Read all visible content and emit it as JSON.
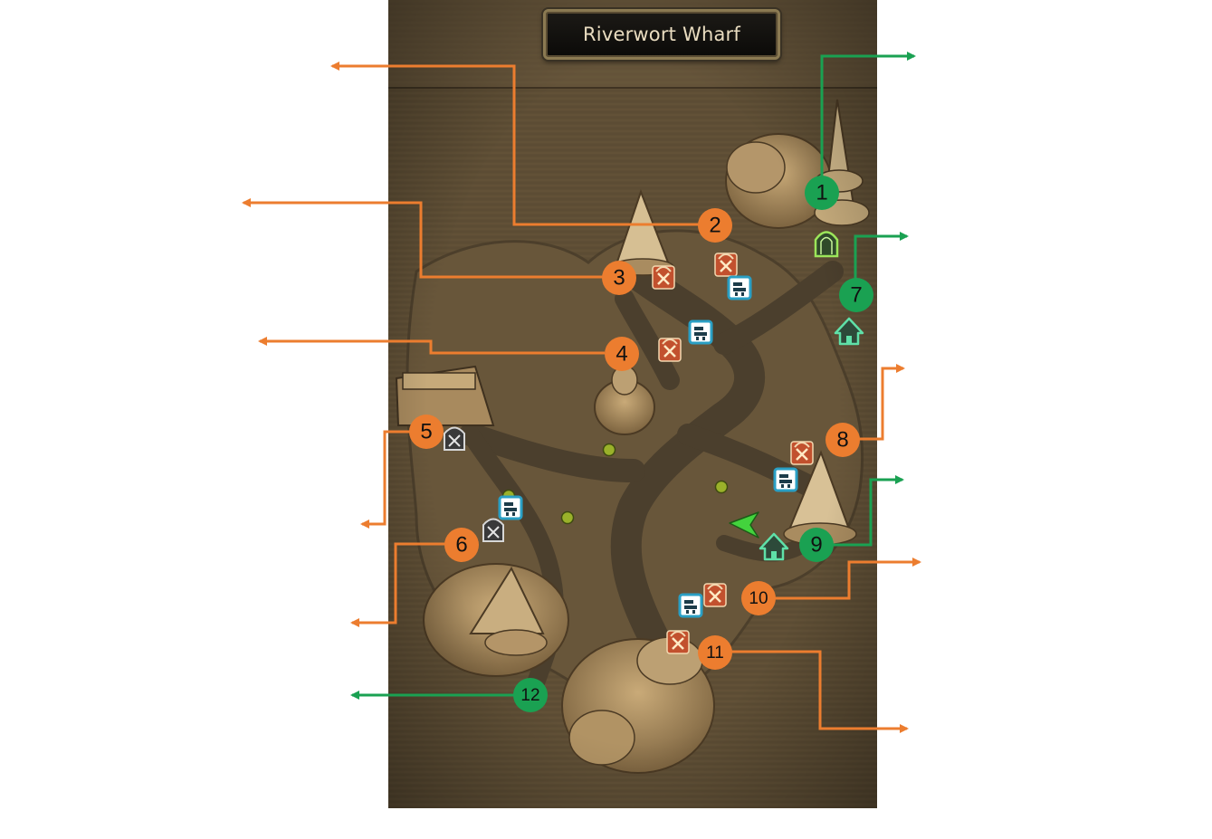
{
  "map": {
    "title": "Riverwort Wharf"
  },
  "colors": {
    "map_background": "#5e4e35",
    "path": "#4b3f2d",
    "callout_orange": "#ec7d2f",
    "callout_green": "#1aa152",
    "npc_icon": "#c2512e",
    "service_icon": "#2a9fc4",
    "home_icon": "#5fe0a8",
    "player_arrow": "#43d33d",
    "waypoint": "#9ab12a"
  },
  "callouts": [
    {
      "label": "1",
      "color": "green"
    },
    {
      "label": "2",
      "color": "orange"
    },
    {
      "label": "3",
      "color": "orange"
    },
    {
      "label": "4",
      "color": "orange"
    },
    {
      "label": "5",
      "color": "orange"
    },
    {
      "label": "6",
      "color": "orange"
    },
    {
      "label": "7",
      "color": "green"
    },
    {
      "label": "8",
      "color": "orange"
    },
    {
      "label": "9",
      "color": "green"
    },
    {
      "label": "10",
      "color": "orange"
    },
    {
      "label": "11",
      "color": "orange"
    },
    {
      "label": "12",
      "color": "green"
    }
  ],
  "icons": {
    "npc": "shop-npc-icon",
    "service": "warehouse-service-icon",
    "home": "residence-house-icon",
    "gate": "locked-gate-icon",
    "portal": "portal-arch-icon",
    "player": "player-position-arrow-icon",
    "waypoint": "waypoint-dot-icon"
  }
}
